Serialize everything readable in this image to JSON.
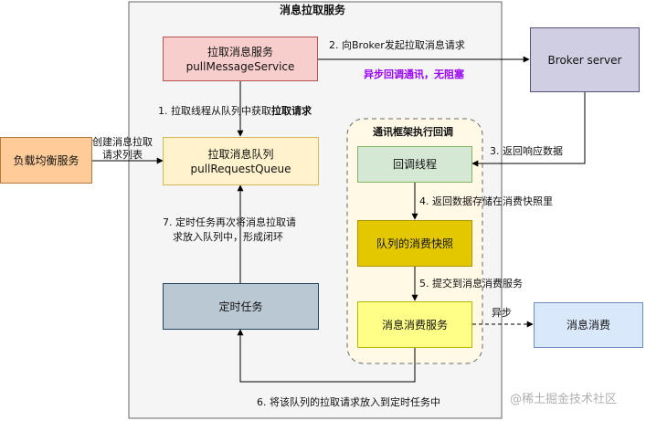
{
  "container": {
    "title": "消息拉取服务"
  },
  "group": {
    "title": "通讯框架执行回调"
  },
  "nodes": {
    "pull_service": {
      "line1": "拉取消息服务",
      "line2": "pullMessageService"
    },
    "broker": {
      "label": "Broker server"
    },
    "load_balance": {
      "label": "负载均衡服务"
    },
    "pull_queue": {
      "line1": "拉取消息队列",
      "line2": "pullRequestQueue"
    },
    "callback_thread": {
      "label": "回调线程"
    },
    "snapshot": {
      "label": "队列的消费快照"
    },
    "timer": {
      "label": "定时任务"
    },
    "consume_service": {
      "label": "消息消费服务"
    },
    "consume": {
      "label": "消息消费"
    }
  },
  "edges": {
    "e1_prefix": "1. 拉取线程从队列中获取",
    "e1_bold": "拉取请求",
    "e2": "2. 向Broker发起拉取消息请求",
    "async_note": "异步回调通讯，无阻塞",
    "e3": "3. 返回响应数据",
    "e4": "4. 返回数据存储在消费快照里",
    "e5": "5. 提交到消息消费服务",
    "e6": "6. 将该队列的拉取请求放入到定时任务中",
    "e7_line1": "7. 定时任务再次将消息拉取请",
    "e7_line2": "求放入队列中，形成闭环",
    "create_line1": "创建消息拉取",
    "create_line2": "请求列表",
    "async": "异步"
  },
  "watermark": "@稀土掘金技术社区",
  "colors": {
    "container_fill": "#f5f5f5",
    "pull_service_fill": "#f8cecc",
    "broker_fill": "#d0cee2",
    "load_balance_fill": "#ffcc99",
    "pull_queue_fill": "#fff2cc",
    "callback_fill": "#d5e8d4",
    "snapshot_fill": "#e3c800",
    "timer_fill": "#bac8d3",
    "consume_service_fill": "#ffff88",
    "consume_fill": "#dae8fc",
    "group_fill": "#fff9e6",
    "async_note": "#9900ff"
  }
}
